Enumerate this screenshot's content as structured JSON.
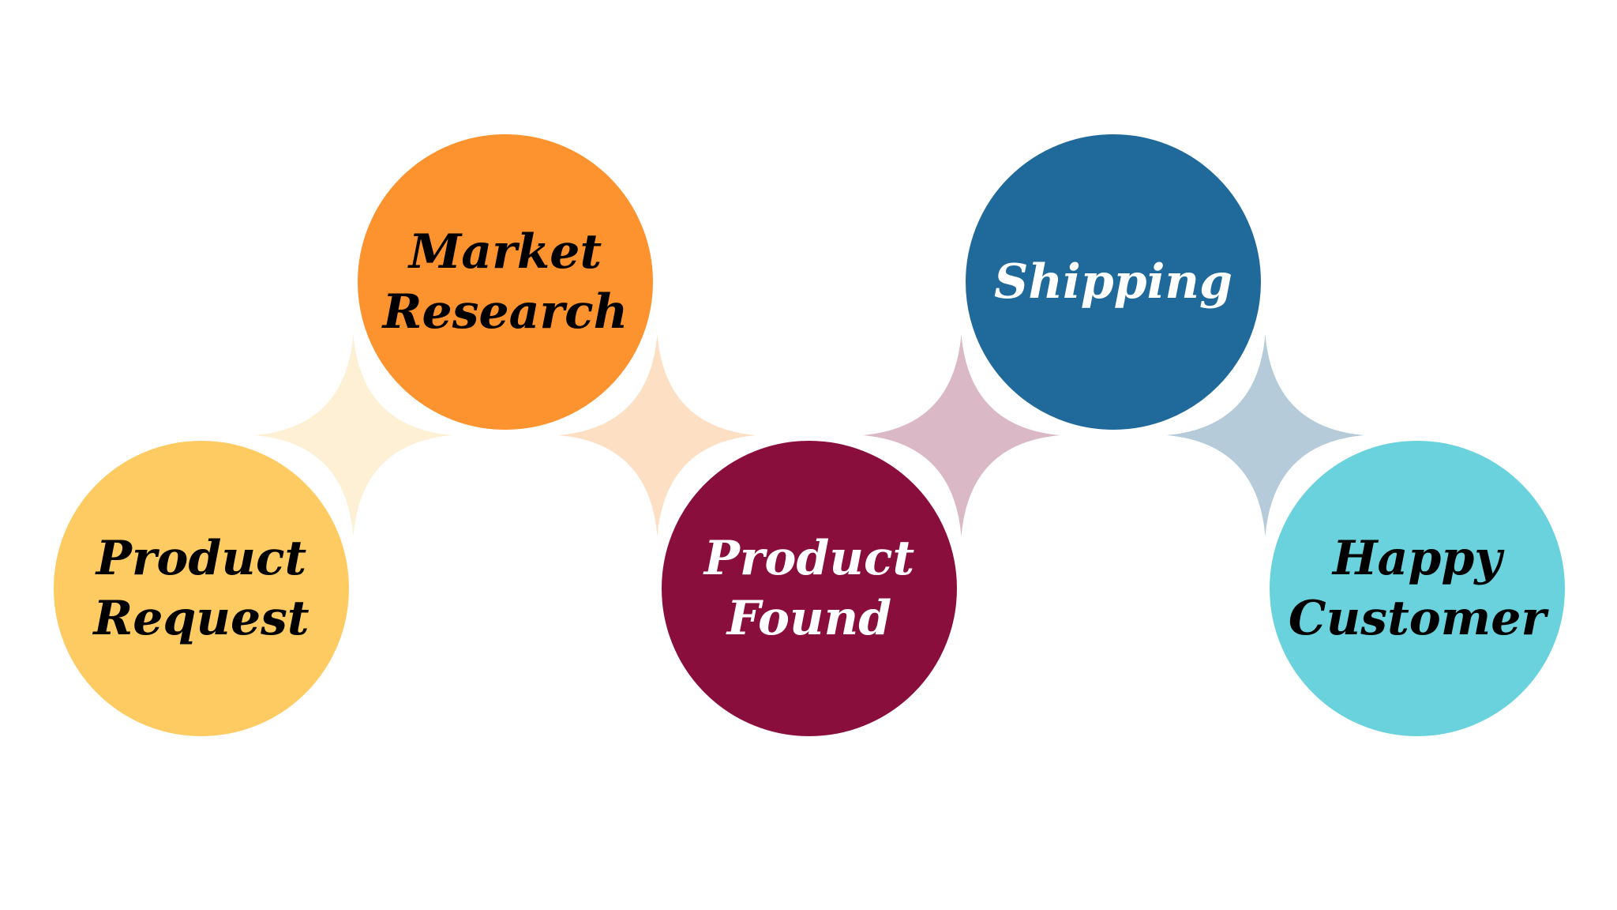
{
  "diagram": {
    "nodes": [
      {
        "id": "product-request",
        "lines": [
          "Product",
          "Request"
        ],
        "fill": "#FDCB62",
        "text_color": "#000000"
      },
      {
        "id": "market-research",
        "lines": [
          "Market",
          "Research"
        ],
        "fill": "#FD932E",
        "text_color": "#000000"
      },
      {
        "id": "product-found",
        "lines": [
          "Product",
          "Found"
        ],
        "fill": "#8A0E3C",
        "text_color": "#FFFFFF"
      },
      {
        "id": "shipping",
        "lines": [
          "Shipping"
        ],
        "fill": "#206A9B",
        "text_color": "#FFFFFF"
      },
      {
        "id": "happy-customer",
        "lines": [
          "Happy",
          "Customer"
        ],
        "fill": "#6AD2DC",
        "text_color": "#000000"
      }
    ],
    "connectors": [
      {
        "from": "product-request",
        "to": "market-research",
        "fill": "#FEF0D4"
      },
      {
        "from": "market-research",
        "to": "product-found",
        "fill": "#FDDFC4"
      },
      {
        "from": "product-found",
        "to": "shipping",
        "fill": "#DAB8C5"
      },
      {
        "from": "shipping",
        "to": "happy-customer",
        "fill": "#B6CBD9"
      }
    ]
  }
}
